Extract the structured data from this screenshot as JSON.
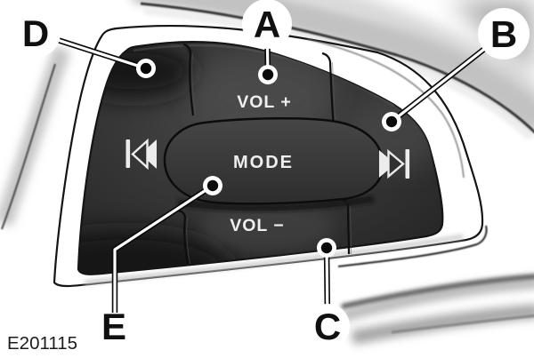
{
  "figure": {
    "code": "E201115",
    "description": "Steering wheel audio control illustration"
  },
  "callouts": {
    "a": "A",
    "b": "B",
    "c": "C",
    "d": "D",
    "e": "E"
  },
  "controls": {
    "volume_up_label": "VOL +",
    "mode_label": "MODE",
    "volume_down_label": "VOL −",
    "seek_back_icon": "previous-track-icon",
    "seek_forward_icon": "next-track-icon"
  },
  "colors": {
    "panel": "#2e2e2e",
    "chrome": "#ffffff",
    "outline": "#141414",
    "button_text": "#efefef",
    "callout_text": "#101010"
  }
}
